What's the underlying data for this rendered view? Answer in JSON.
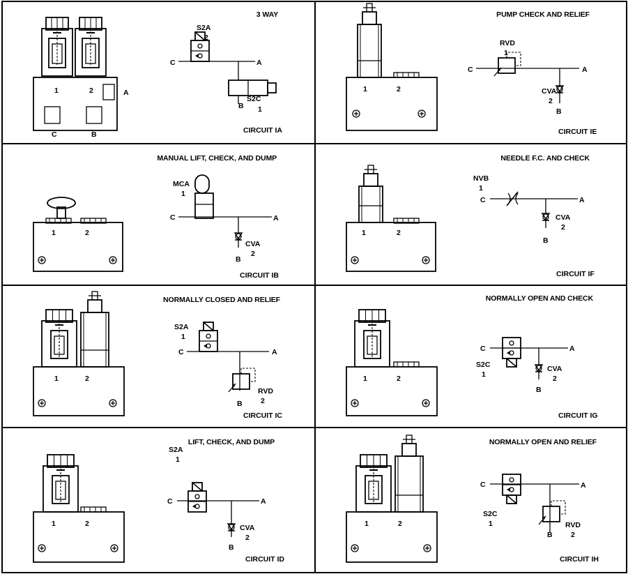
{
  "panels": [
    {
      "id": "IA",
      "title": "3 WAY",
      "circuit": "CIRCUIT IA",
      "labels": {
        "p1": "1",
        "p2": "2",
        "pa": "A",
        "pc": "C",
        "pb": "B",
        "v1": "S2A",
        "v1n": "2",
        "v2": "S2C",
        "v2n": "1",
        "c": "C",
        "a": "A",
        "b": "B"
      }
    },
    {
      "id": "IE",
      "title": "PUMP CHECK AND RELIEF",
      "circuit": "CIRCUIT IE",
      "labels": {
        "p1": "1",
        "p2": "2",
        "v1": "RVD",
        "v1n": "1",
        "v2": "CVA",
        "v2n": "2",
        "c": "C",
        "a": "A",
        "b": "B"
      }
    },
    {
      "id": "IB",
      "title": "MANUAL LIFT, CHECK, AND DUMP",
      "circuit": "CIRCUIT IB",
      "labels": {
        "p1": "1",
        "p2": "2",
        "v1": "MCA",
        "v1n": "1",
        "v2": "CVA",
        "v2n": "2",
        "c": "C",
        "a": "A",
        "b": "B"
      }
    },
    {
      "id": "IF",
      "title": "NEEDLE F.C. AND CHECK",
      "circuit": "CIRCUIT IF",
      "labels": {
        "p1": "1",
        "p2": "2",
        "v1": "NVB",
        "v1n": "1",
        "v2": "CVA",
        "v2n": "2",
        "c": "C",
        "a": "A",
        "b": "B"
      }
    },
    {
      "id": "IC",
      "title": "NORMALLY CLOSED AND RELIEF",
      "circuit": "CIRCUIT IC",
      "labels": {
        "p1": "1",
        "p2": "2",
        "v1": "S2A",
        "v1n": "1",
        "v2": "RVD",
        "v2n": "2",
        "c": "C",
        "a": "A",
        "b": "B"
      }
    },
    {
      "id": "IG",
      "title": "NORMALLY OPEN AND CHECK",
      "circuit": "CIRCUIT IG",
      "labels": {
        "p1": "1",
        "p2": "2",
        "v1": "S2C",
        "v1n": "1",
        "v2": "CVA",
        "v2n": "2",
        "c": "C",
        "a": "A",
        "b": "B"
      }
    },
    {
      "id": "ID",
      "title": "LIFT, CHECK, AND DUMP",
      "circuit": "CIRCUIT ID",
      "labels": {
        "p1": "1",
        "p2": "2",
        "v1": "S2A",
        "v1n": "1",
        "v2": "CVA",
        "v2n": "2",
        "c": "C",
        "a": "A",
        "b": "B"
      }
    },
    {
      "id": "IH",
      "title": "NORMALLY OPEN AND RELIEF",
      "circuit": "CIRCUIT IH",
      "labels": {
        "p1": "1",
        "p2": "2",
        "v1": "S2C",
        "v1n": "1",
        "v2": "RVD",
        "v2n": "2",
        "c": "C",
        "a": "A",
        "b": "B"
      }
    }
  ]
}
